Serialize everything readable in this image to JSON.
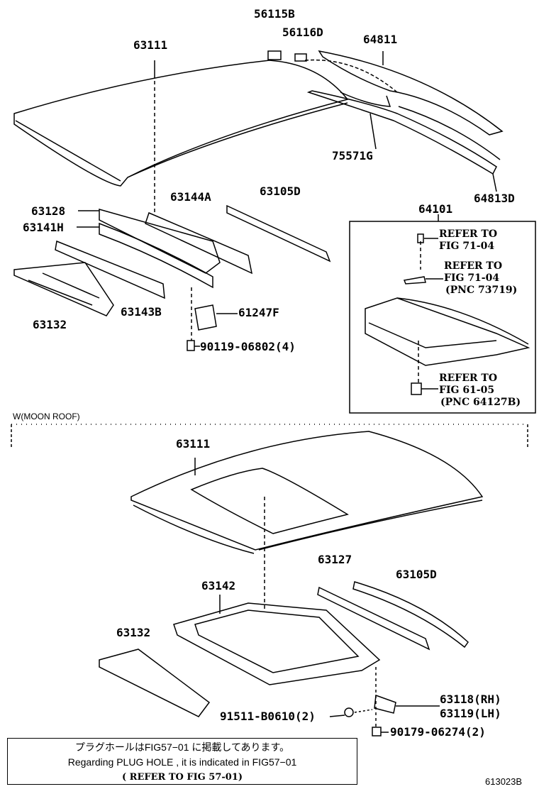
{
  "top_section": {
    "labels": {
      "p56115B": "56115B",
      "p56116D": "56116D",
      "p64811": "64811",
      "p63111": "63111",
      "p75571G": "75571G",
      "p64813D": "64813D",
      "p63128": "63128",
      "p63144A": "63144A",
      "p63105D": "63105D",
      "p64101": "64101",
      "p63141H": "63141H",
      "p63132": "63132",
      "p63143B": "63143B",
      "p61247F": "61247F",
      "p90119": "90119-06802(4)"
    },
    "inset": {
      "ref1_a": "REFER TO",
      "ref1_b": "FIG 71-04",
      "ref2_a": "REFER TO",
      "ref2_b": "FIG 71-04",
      "ref2_c": "(PNC 73719)",
      "ref3_a": "REFER TO",
      "ref3_b": "FIG 61-05",
      "ref3_c": "(PNC 64127B)"
    }
  },
  "moon_roof_section": {
    "title": "W(MOON ROOF)",
    "labels": {
      "p63111": "63111",
      "p63127": "63127",
      "p63105D": "63105D",
      "p63142": "63142",
      "p63132": "63132",
      "p63118": "63118(RH)",
      "p63119": "63119(LH)",
      "p91511": "91511-B0610(2)",
      "p90179": "90179-06274(2)"
    }
  },
  "note": {
    "line_jp": "プラグホールはFIG57−01 に掲載してあります。",
    "line_en": "Regarding PLUG HOLE , it is indicated in FIG57−01",
    "line_ref": "(   REFER TO FIG 57-01)"
  },
  "figure_id": "613023B"
}
